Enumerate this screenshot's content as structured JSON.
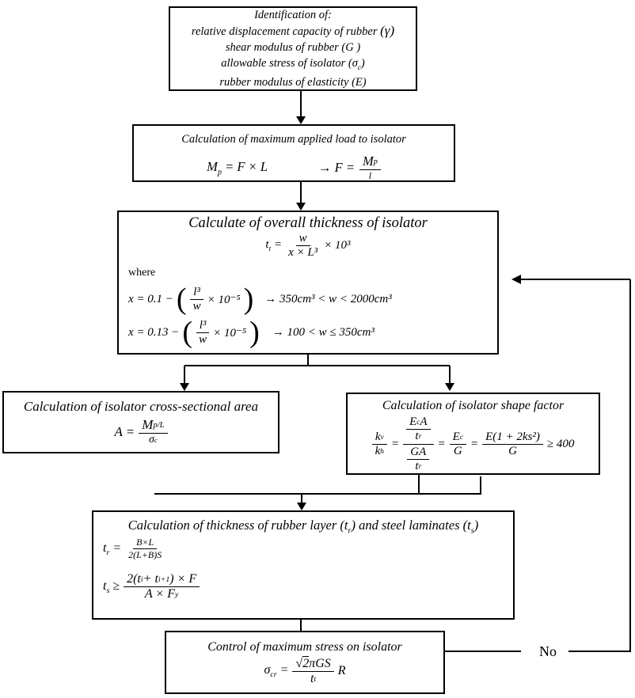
{
  "diagram": {
    "background": "#ffffff",
    "line_color": "#000000"
  },
  "no_label": "No",
  "box1": {
    "line1": "Identification of:",
    "line2": "relative displacement capacity of rubber",
    "line2_sym": "(γ)",
    "line3": "shear modulus of rubber (G )",
    "line4_pre": "allowable stress of isolator (σ",
    "line4_sub": "c",
    "line4_post": ")",
    "line5": "rubber modulus of elasticity (E)"
  },
  "box2": {
    "title": "Calculation of maximum applied load to isolator",
    "eq1_var": "M",
    "eq1_sub": "p",
    "eq1_rhs": "= F × L",
    "eq2_pre": "→ F =",
    "frac_num": "M",
    "frac_num_sub": "p",
    "frac_den": "l"
  },
  "box3": {
    "title": "Calculate of overall thickness of isolator",
    "f_var": "t",
    "f_sub": "t",
    "f_eq": "=",
    "f_num": "w",
    "f_den": "x × L³",
    "f_mult": "× 10³",
    "where": "where",
    "paren_open": "(",
    "paren_close": ")",
    "eq1_lhs": "x = 0.1 −",
    "eq1_num": "l³",
    "eq1_den": "w",
    "eq1_mult": "× 10⁻⁵",
    "eq1_cond": "→ 350cm³ < w < 2000cm³",
    "eq2_lhs": "x = 0.13 −",
    "eq2_num": "l³",
    "eq2_den": "w",
    "eq2_mult": "× 10⁻⁵",
    "eq2_cond": "→ 100 < w ≤ 350cm³"
  },
  "box4": {
    "title": "Calculation of isolator cross-sectional area",
    "lhs": "A =",
    "num": "M",
    "num_sub": "p/L",
    "den": "σ",
    "den_sub": "c"
  },
  "box5": {
    "title": "Calculation of isolator shape factor",
    "kv": "k",
    "kv_sub": "v",
    "kh": "k",
    "kh_sub": "h",
    "eq1": "=",
    "n1_num_a": "E",
    "n1_num_a_sub": "c",
    "n1_num_b": "A",
    "n1_den": "t",
    "n1_den_sub": "r",
    "n2_num": "GA",
    "n2_den": "t",
    "n2_den_sub": "r",
    "eq2": "=",
    "f2_num": "E",
    "f2_num_sub": "c",
    "f2_den": "G",
    "eq3": "=",
    "f3_num": "E(1 + 2ks²)",
    "f3_den": "G",
    "geq": "≥ 400"
  },
  "box6": {
    "title_pre": "Calculation of thickness of rubber layer (t",
    "title_sub1": "r",
    "title_mid": ") and steel laminates (t",
    "title_sub2": "s",
    "title_post": ")",
    "eq1_var": "t",
    "eq1_sub": "r",
    "eq1_eq": "=",
    "eq1_num": "B×L",
    "eq1_den": "2(L+B)S",
    "eq2_var": "t",
    "eq2_sub": "s",
    "eq2_eq": "≥",
    "eq2_num_a": "2(t",
    "eq2_num_a_sub": "i",
    "eq2_num_b": "+ t",
    "eq2_num_b_sub": "i+1",
    "eq2_num_c": ") × F",
    "eq2_den": "A × F",
    "eq2_den_sub": "y"
  },
  "box7": {
    "title": "Control of maximum stress on isolator",
    "lhs_var": "σ",
    "lhs_sub": "cr",
    "eq": "=",
    "num_sqrt": "√",
    "num_rad": "2",
    "num_rest": "πGS",
    "den_var": "t",
    "den_sub": "t",
    "mult": "R"
  }
}
